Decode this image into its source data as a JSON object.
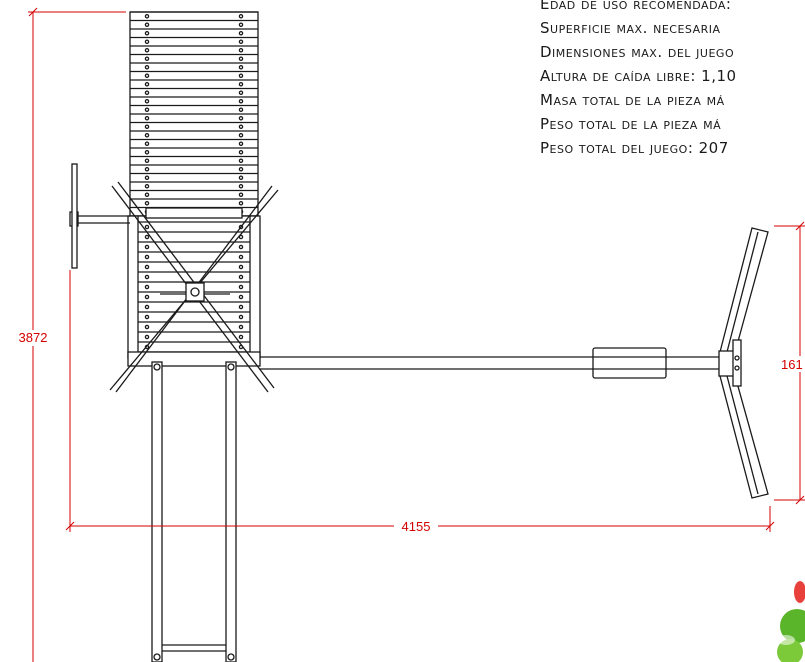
{
  "specs": [
    "Edad de uso recomendada:",
    "Superficie max. necesaria",
    "Dimensiones max. del juego",
    "Altura de caída libre: 1,10",
    "Masa total de la pieza má",
    "Peso total de la pieza má",
    "Peso total del juego: 207"
  ],
  "dimensions": {
    "height": "3872",
    "width": "4155",
    "right": "161"
  },
  "colors": {
    "line": "#1a1a1a",
    "dimension": "#d40000",
    "logo_green": "#5ab52a",
    "logo_red": "#e8403a"
  }
}
